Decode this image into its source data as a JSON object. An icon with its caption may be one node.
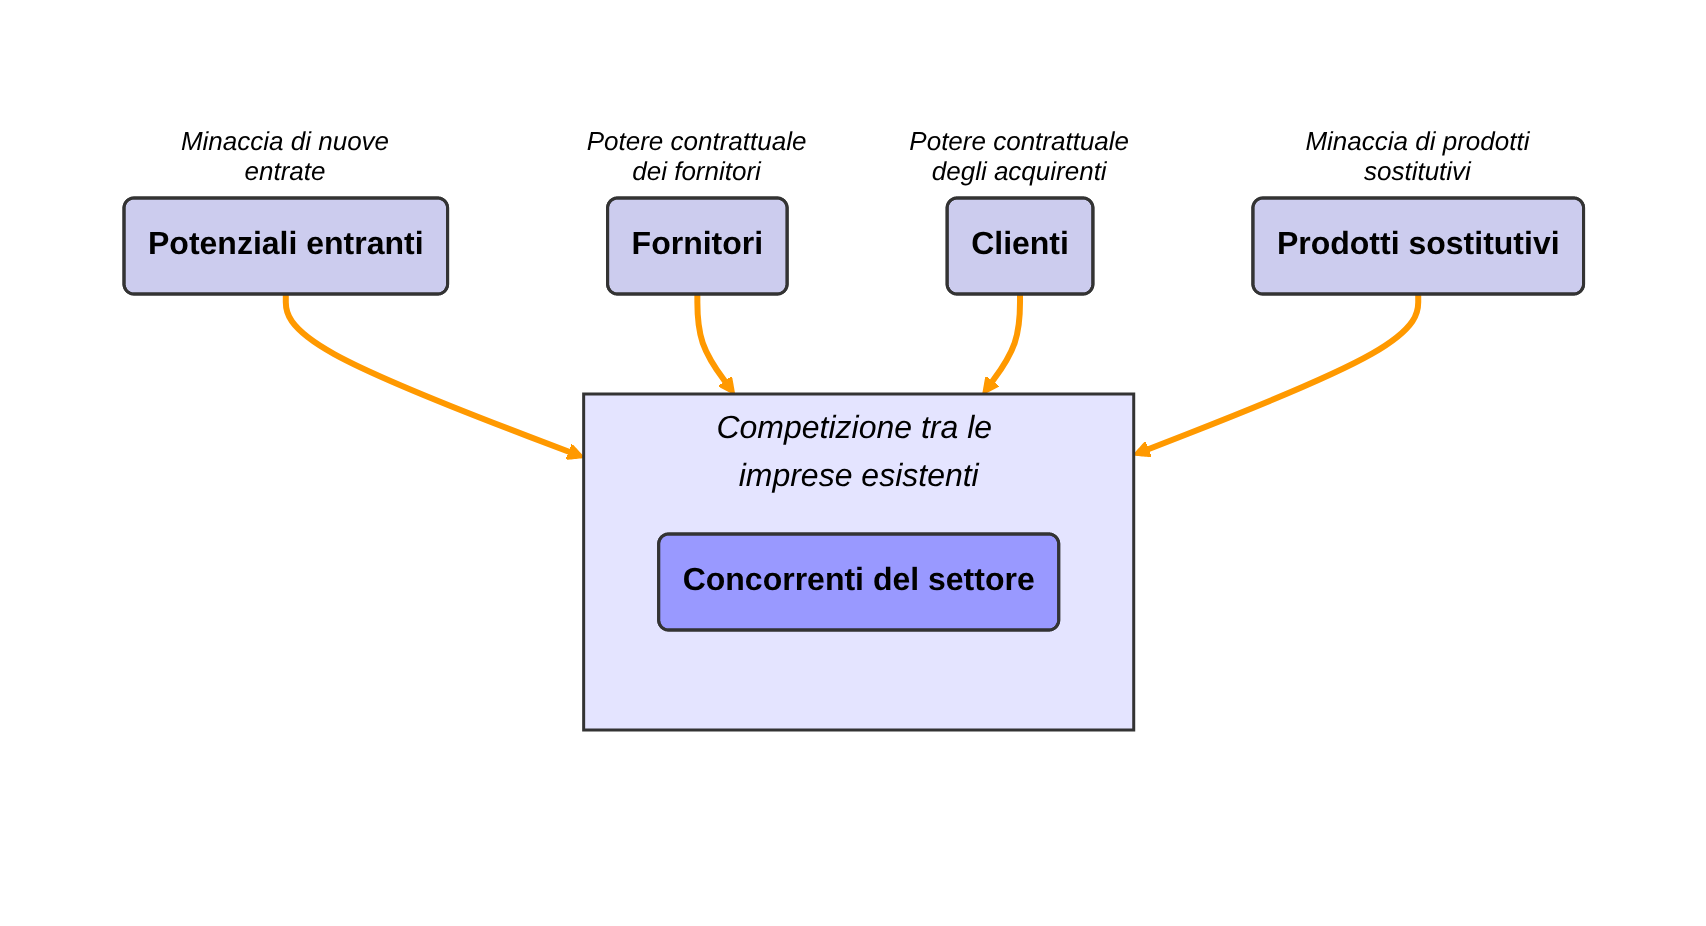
{
  "diagram": {
    "nodes": [
      {
        "text": [
          "Potenziali entranti"
        ],
        "beside": [
          "Minaccia di nuove entrate"
        ]
      },
      {
        "text": [
          "Fornitori"
        ],
        "beside": [
          "Potere contrattuale dei fornitori"
        ]
      },
      {
        "text": [
          "Competizione tra le imprese esistenti"
        ]
      },
      {
        "text": [
          "Concorrenti del settore"
        ],
        "in": 2
      },
      {
        "text": [
          "Clienti"
        ],
        "beside": [
          "Potere contrattuale degli acquirenti"
        ]
      },
      {
        "text": [
          "Prodotti sostitutivi"
        ],
        "beside": [
          "Minaccia di prodotti sostitutivi"
        ]
      }
    ],
    "edges": [
      {
        "from": 0,
        "to": 2,
        "arrow": "to"
      },
      {
        "from": 1,
        "to": 2,
        "arrow": "to"
      },
      {
        "from": 4,
        "to": 2,
        "arrow": "to"
      },
      {
        "from": 5,
        "to": 2,
        "arrow": "to"
      }
    ]
  }
}
